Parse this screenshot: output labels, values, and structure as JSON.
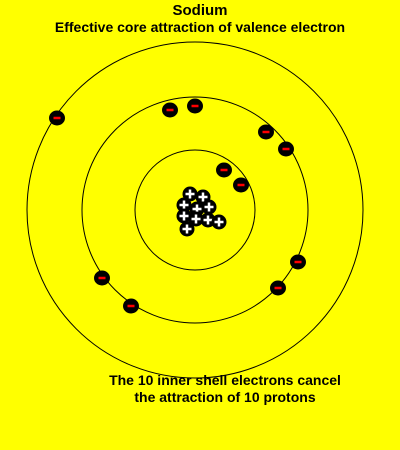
{
  "title": "Sodium",
  "subtitle": "Effective core attraction of valence electron",
  "caption": {
    "line1": "The 10 inner shell electrons cancel",
    "line2": "the attraction of  10 protons"
  },
  "colors": {
    "background": "#ffff00",
    "electron": "#000000",
    "electron_charge": "#ff0000",
    "proton": "#000000",
    "proton_charge": "#ffffff",
    "shell": "#000000"
  },
  "electron_charge_symbol": "-",
  "proton_charge_symbol": "+",
  "icons": {
    "electron": "electron-icon",
    "proton": "proton-icon"
  },
  "atom": {
    "element": "Sodium",
    "protons": 10,
    "shells": [
      {
        "name": "inner-shell",
        "electrons": 2
      },
      {
        "name": "middle-shell",
        "electrons": 8
      },
      {
        "name": "outer-shell",
        "electrons": 1
      }
    ]
  }
}
